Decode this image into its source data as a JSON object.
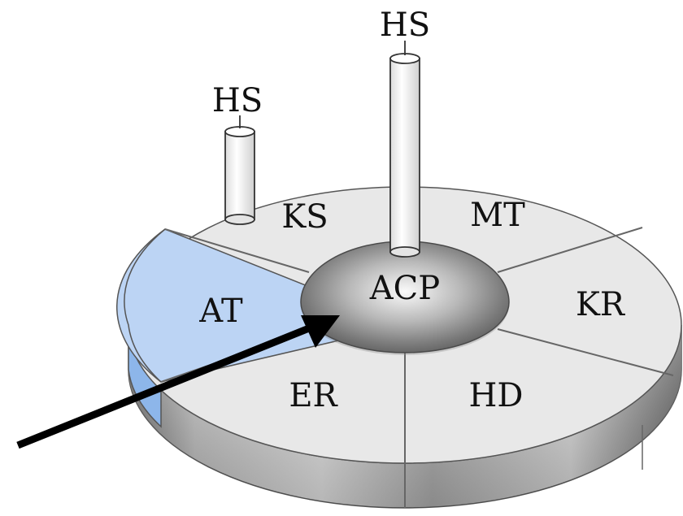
{
  "labels": {
    "acp": "ACP",
    "ks": "KS",
    "mt": "MT",
    "kr": "KR",
    "hd": "HD",
    "er": "ER",
    "at": "AT",
    "hs_tall": "HS",
    "hs_short": "HS"
  },
  "colors": {
    "segment": "#e8e8e8",
    "highlight": "#bcd4f4",
    "highlight_side": "#8db6ea",
    "outline": "#555555",
    "arrow": "#000000",
    "background": "#ffffff"
  }
}
